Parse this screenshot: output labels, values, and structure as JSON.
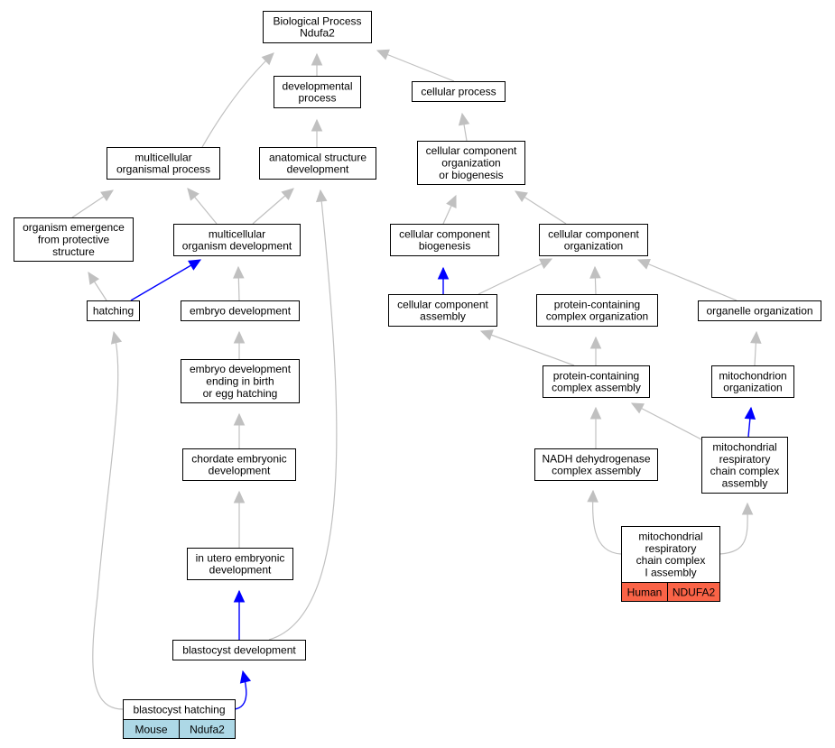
{
  "graph": {
    "nodes": [
      {
        "id": "biological_process",
        "lines": [
          "Biological Process",
          "Ndufa2"
        ]
      },
      {
        "id": "developmental_process",
        "lines": [
          "developmental",
          "process"
        ]
      },
      {
        "id": "cellular_process",
        "lines": [
          "cellular process"
        ]
      },
      {
        "id": "multicellular_organismal_process",
        "lines": [
          "multicellular",
          "organismal process"
        ]
      },
      {
        "id": "anatomical_structure_development",
        "lines": [
          "anatomical structure",
          "development"
        ]
      },
      {
        "id": "ccob",
        "lines": [
          "cellular component",
          "organization",
          "or biogenesis"
        ]
      },
      {
        "id": "organism_emergence",
        "lines": [
          "organism emergence",
          "from protective",
          "structure"
        ]
      },
      {
        "id": "multicellular_organism_development",
        "lines": [
          "multicellular",
          "organism development"
        ]
      },
      {
        "id": "cc_biogenesis",
        "lines": [
          "cellular component",
          "biogenesis"
        ]
      },
      {
        "id": "cc_organization",
        "lines": [
          "cellular component",
          "organization"
        ]
      },
      {
        "id": "hatching",
        "lines": [
          "hatching"
        ]
      },
      {
        "id": "embryo_development",
        "lines": [
          "embryo development"
        ]
      },
      {
        "id": "cc_assembly",
        "lines": [
          "cellular component",
          "assembly"
        ]
      },
      {
        "id": "pc_complex_organization",
        "lines": [
          "protein-containing",
          "complex organization"
        ]
      },
      {
        "id": "organelle_organization",
        "lines": [
          "organelle organization"
        ]
      },
      {
        "id": "embryo_dev_ending",
        "lines": [
          "embryo development",
          "ending in birth",
          "or egg hatching"
        ]
      },
      {
        "id": "pc_complex_assembly",
        "lines": [
          "protein-containing",
          "complex assembly"
        ]
      },
      {
        "id": "mito_organization",
        "lines": [
          "mitochondrion",
          "organization"
        ]
      },
      {
        "id": "chordate_embryonic",
        "lines": [
          "chordate embryonic",
          "development"
        ]
      },
      {
        "id": "nadh_assembly",
        "lines": [
          "NADH dehydrogenase",
          "complex assembly"
        ]
      },
      {
        "id": "mrcc_assembly",
        "lines": [
          "mitochondrial",
          "respiratory",
          "chain complex",
          "assembly"
        ]
      },
      {
        "id": "in_utero",
        "lines": [
          "in utero embryonic",
          "development"
        ]
      },
      {
        "id": "mrcc1_assembly",
        "lines": [
          "mitochondrial",
          "respiratory",
          "chain complex",
          "I assembly"
        ]
      },
      {
        "id": "blastocyst_development",
        "lines": [
          "blastocyst development"
        ]
      },
      {
        "id": "blastocyst_hatching",
        "lines": [
          "blastocyst hatching"
        ]
      }
    ],
    "gene_tags": [
      {
        "id": "tag_human",
        "node": "mrcc1_assembly",
        "species": "Human",
        "gene": "NDUFA2"
      },
      {
        "id": "tag_mouse",
        "node": "blastocyst_hatching",
        "species": "Mouse",
        "gene": "Ndufa2"
      }
    ],
    "edges": [
      {
        "from": "developmental_process",
        "to": "biological_process",
        "kind": "is_a"
      },
      {
        "from": "cellular_process",
        "to": "biological_process",
        "kind": "is_a"
      },
      {
        "from": "multicellular_organismal_process",
        "to": "biological_process",
        "kind": "is_a"
      },
      {
        "from": "anatomical_structure_development",
        "to": "developmental_process",
        "kind": "is_a"
      },
      {
        "from": "ccob",
        "to": "cellular_process",
        "kind": "is_a"
      },
      {
        "from": "organism_emergence",
        "to": "multicellular_organismal_process",
        "kind": "is_a"
      },
      {
        "from": "multicellular_organism_development",
        "to": "multicellular_organismal_process",
        "kind": "is_a"
      },
      {
        "from": "multicellular_organism_development",
        "to": "anatomical_structure_development",
        "kind": "is_a"
      },
      {
        "from": "cc_biogenesis",
        "to": "ccob",
        "kind": "is_a"
      },
      {
        "from": "cc_organization",
        "to": "ccob",
        "kind": "is_a"
      },
      {
        "from": "hatching",
        "to": "organism_emergence",
        "kind": "is_a"
      },
      {
        "from": "hatching",
        "to": "multicellular_organism_development",
        "kind": "part_of"
      },
      {
        "from": "embryo_development",
        "to": "multicellular_organism_development",
        "kind": "is_a"
      },
      {
        "from": "cc_assembly",
        "to": "cc_biogenesis",
        "kind": "part_of"
      },
      {
        "from": "cc_assembly",
        "to": "cc_organization",
        "kind": "is_a"
      },
      {
        "from": "pc_complex_organization",
        "to": "cc_organization",
        "kind": "is_a"
      },
      {
        "from": "organelle_organization",
        "to": "cc_organization",
        "kind": "is_a"
      },
      {
        "from": "embryo_dev_ending",
        "to": "embryo_development",
        "kind": "is_a"
      },
      {
        "from": "pc_complex_assembly",
        "to": "cc_assembly",
        "kind": "is_a"
      },
      {
        "from": "pc_complex_assembly",
        "to": "pc_complex_organization",
        "kind": "is_a"
      },
      {
        "from": "mito_organization",
        "to": "organelle_organization",
        "kind": "is_a"
      },
      {
        "from": "chordate_embryonic",
        "to": "embryo_dev_ending",
        "kind": "is_a"
      },
      {
        "from": "nadh_assembly",
        "to": "pc_complex_assembly",
        "kind": "is_a"
      },
      {
        "from": "mrcc_assembly",
        "to": "pc_complex_assembly",
        "kind": "is_a"
      },
      {
        "from": "mrcc_assembly",
        "to": "mito_organization",
        "kind": "part_of"
      },
      {
        "from": "in_utero",
        "to": "chordate_embryonic",
        "kind": "is_a"
      },
      {
        "from": "mrcc1_assembly",
        "to": "nadh_assembly",
        "kind": "is_a"
      },
      {
        "from": "mrcc1_assembly",
        "to": "mrcc_assembly",
        "kind": "is_a"
      },
      {
        "from": "blastocyst_development",
        "to": "in_utero",
        "kind": "part_of"
      },
      {
        "from": "blastocyst_development",
        "to": "anatomical_structure_development",
        "kind": "is_a"
      },
      {
        "from": "blastocyst_hatching",
        "to": "hatching",
        "kind": "is_a"
      },
      {
        "from": "blastocyst_hatching",
        "to": "blastocyst_development",
        "kind": "part_of"
      }
    ],
    "colors": {
      "is_a": "#c0c0c0",
      "part_of": "#0000ff",
      "human_fill": "#fa6347",
      "mouse_fill": "#add8e6",
      "node_border": "#000000"
    }
  }
}
